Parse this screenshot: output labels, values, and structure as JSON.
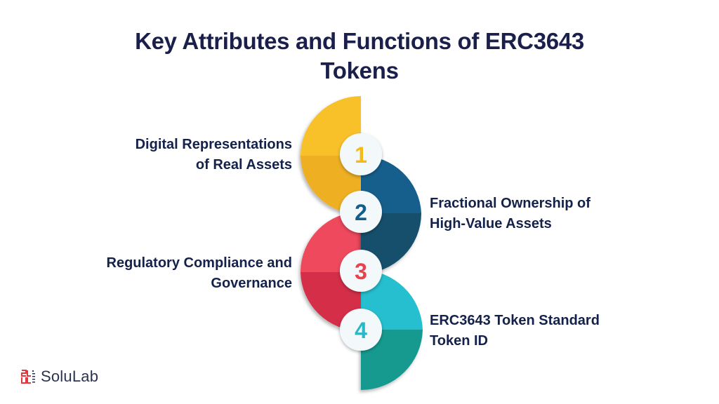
{
  "title": {
    "line1": "Key Attributes and Functions of ERC3643",
    "line2": "Tokens"
  },
  "steps": [
    {
      "number": "1",
      "line1": "Digital Representations",
      "line2": "of Real Assets",
      "side": "left",
      "color": "#f8c12a",
      "color_dark": "#eeb021",
      "number_color": "#f5b918"
    },
    {
      "number": "2",
      "line1": "Fractional Ownership of",
      "line2": "High-Value Assets",
      "side": "right",
      "color": "#135f8c",
      "color_dark": "#14506c",
      "number_color": "#155e8b"
    },
    {
      "number": "3",
      "line1": "Regulatory Compliance and",
      "line2": "Governance",
      "side": "left",
      "color": "#ee4a5c",
      "color_dark": "#d42e4a",
      "number_color": "#e8414f"
    },
    {
      "number": "4",
      "line1": "ERC3643 Token Standard",
      "line2": "Token ID",
      "side": "right",
      "color": "#25bfcf",
      "color_dark": "#159a8f",
      "number_color": "#29b8c8"
    }
  ],
  "logo": {
    "text": "SoluLab",
    "mark_color": "#e03a3e"
  }
}
